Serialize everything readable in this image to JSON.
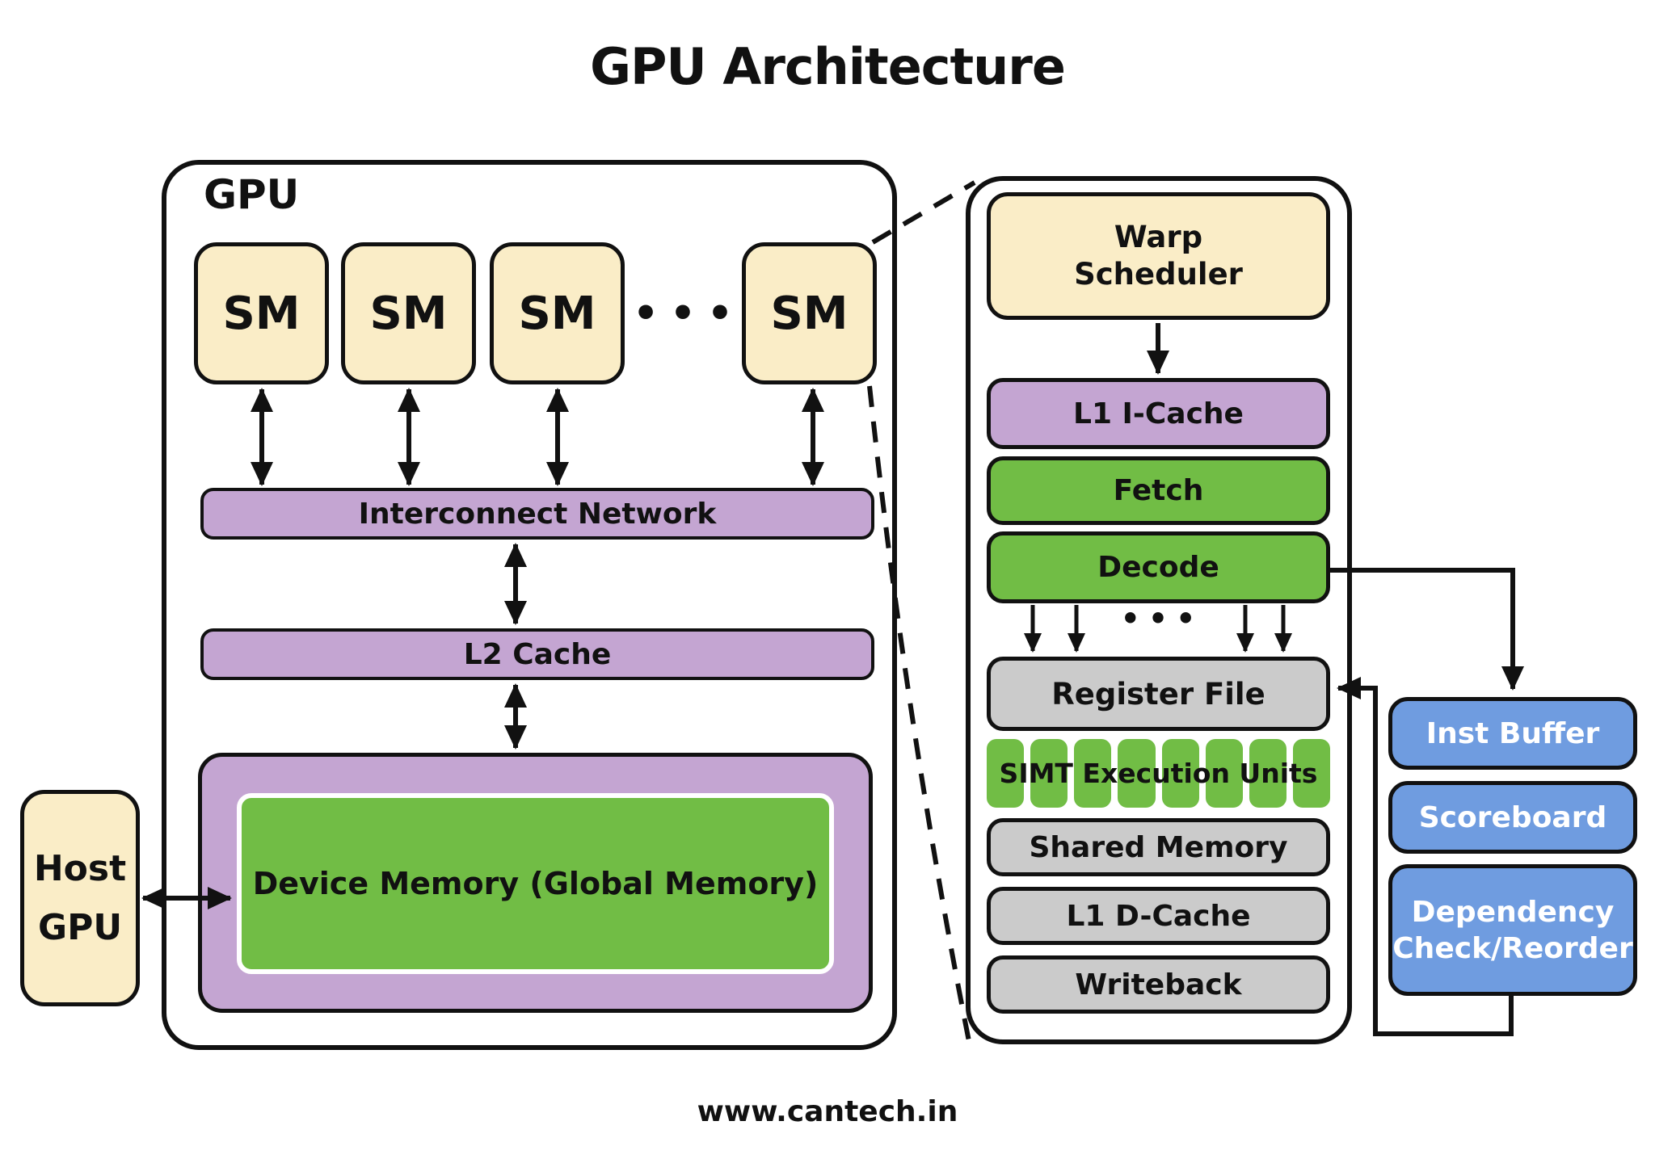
{
  "title": "GPU Architecture",
  "footer": "www.cantech.in",
  "colors": {
    "cream": "#FAEDC7",
    "purple": "#C4A5D2",
    "green": "#71BD45",
    "gray": "#CBCBCB",
    "blue": "#6F9CE0",
    "line": "#111111"
  },
  "gpu": {
    "label": "GPU",
    "sm_blocks": [
      "SM",
      "SM",
      "SM",
      "SM"
    ],
    "sm_ellipsis": "•••",
    "interconnect": "Interconnect Network",
    "l2_cache": "L2 Cache",
    "device_memory": "Device Memory (Global Memory)"
  },
  "host": {
    "line1": "Host",
    "line2": "GPU"
  },
  "sm_detail": {
    "warp_scheduler": "Warp\nScheduler",
    "l1_icache": "L1 I-Cache",
    "fetch": "Fetch",
    "decode": "Decode",
    "decode_ellipsis": "•••",
    "register_file": "Register File",
    "simt": "SIMT Execution Units",
    "shared_memory": "Shared Memory",
    "l1_dcache": "L1 D-Cache",
    "writeback": "Writeback"
  },
  "pipeline_aux": {
    "inst_buffer": "Inst Buffer",
    "scoreboard": "Scoreboard",
    "dependency": "Dependency\nCheck/Reorder"
  }
}
